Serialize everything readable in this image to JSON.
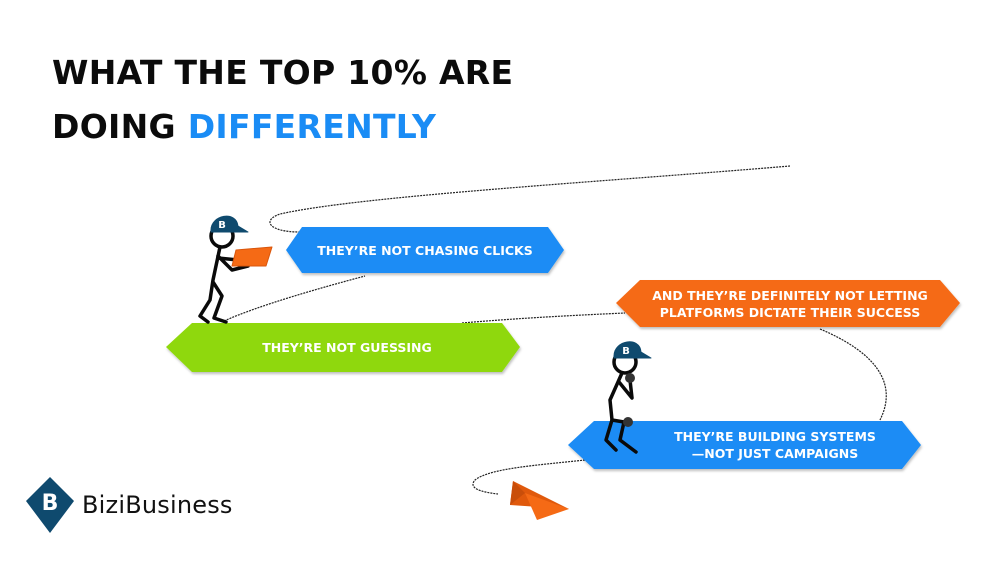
{
  "title": {
    "line1": "WHAT THE TOP 10% ARE",
    "line2_prefix": "DOING ",
    "line2_accent": "DIFFERENTLY"
  },
  "colors": {
    "accent_blue": "#1a8cf5",
    "green": "#8fd80a",
    "orange": "#f56a15",
    "navy": "#0f4a6e",
    "text_dark": "#0b0b0b"
  },
  "banners": [
    {
      "id": "not-chasing-clicks",
      "text": "THEY’RE NOT CHASING CLICKS",
      "color": "blue"
    },
    {
      "id": "not-guessing",
      "text": "THEY’RE NOT GUESSING",
      "color": "green"
    },
    {
      "id": "not-letting-platforms",
      "line1": "AND THEY’RE DEFINITELY NOT LETTING",
      "line2": "PLATFORMS DICTATE THEIR SUCCESS",
      "color": "orange"
    },
    {
      "id": "building-systems",
      "line1": "THEY’RE BUILDING SYSTEMS",
      "line2": "—NOT JUST CAMPAIGNS",
      "color": "blue"
    }
  ],
  "figures": [
    {
      "id": "figure-with-laptop",
      "cap_letter": "B"
    },
    {
      "id": "figure-thinking",
      "cap_letter": "B"
    }
  ],
  "logo": {
    "letter": "B",
    "brand_name": "BiziBusiness"
  },
  "icons": [
    "paper-plane-icon",
    "cap-icon",
    "laptop-icon"
  ]
}
